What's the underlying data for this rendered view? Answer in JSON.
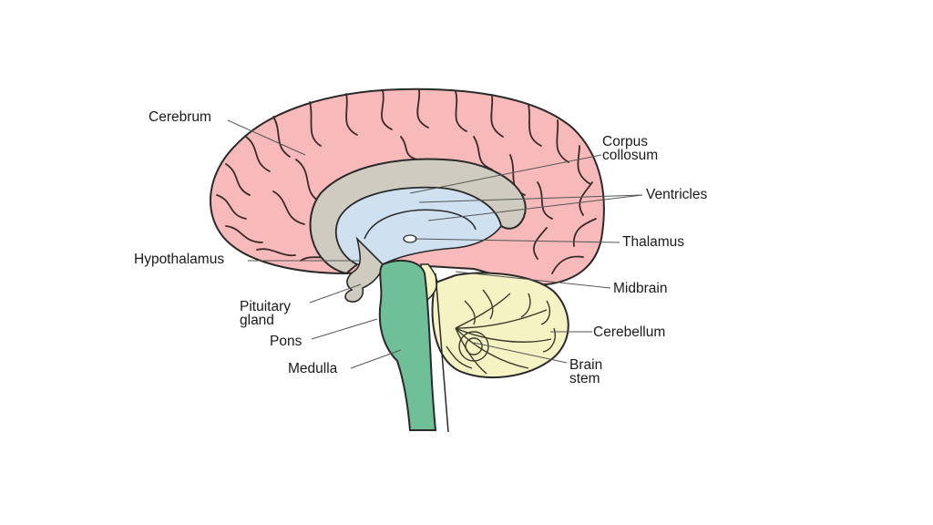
{
  "labels": {
    "cerebrum": "Cerebrum",
    "corpus": "Corpus\ncollosum",
    "ventricles": "Ventricles",
    "thalamus": "Thalamus",
    "hypothalamus": "Hypothalamus",
    "midbrain": "Midbrain",
    "pituitary": "Pituitary\ngland",
    "cerebellum": "Cerebellum",
    "pons": "Pons",
    "medulla": "Medulla",
    "brainstem": "Brain\nstem"
  },
  "colors": {
    "cerebrum": "#f7b9b9",
    "corpus": "#cfcbc0",
    "ventricles": "#cfe0f0",
    "brainstem": "#6fbf99",
    "cerebellum": "#f5f2c4",
    "outline": "#2a2a2a"
  }
}
